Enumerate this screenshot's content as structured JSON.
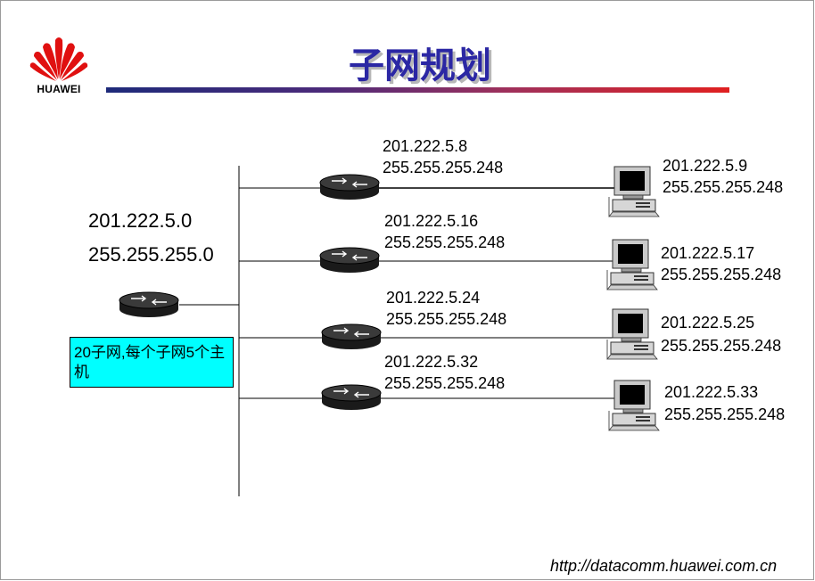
{
  "slide": {
    "brand": "HUAWEI",
    "title": "子网规划",
    "footer_url": "http://datacomm.huawei.com.cn"
  },
  "network": {
    "address": "201.222.5.0",
    "mask": "255.255.255.0",
    "note": "20子网,每个子网5个主机"
  },
  "subnets": [
    {
      "router_addr": "201.222.5.8",
      "router_mask": "255.255.255.248",
      "host_addr": "201.222.5.9",
      "host_mask": "255.255.255.248"
    },
    {
      "router_addr": "201.222.5.16",
      "router_mask": "255.255.255.248",
      "host_addr": "201.222.5.17",
      "host_mask": "255.255.255.248"
    },
    {
      "router_addr": "201.222.5.24",
      "router_mask": "255.255.255.248",
      "host_addr": "201.222.5.25",
      "host_mask": "255.255.255.248"
    },
    {
      "router_addr": "201.222.5.32",
      "router_mask": "255.255.255.248",
      "host_addr": "201.222.5.33",
      "host_mask": "255.255.255.248"
    }
  ],
  "colors": {
    "title": "#2b27a4",
    "note_bg": "#00ffff",
    "logo": "#e01010"
  },
  "icons": {
    "logo": "huawei-petal-logo",
    "router": "router-icon",
    "host": "desktop-computer-icon"
  }
}
